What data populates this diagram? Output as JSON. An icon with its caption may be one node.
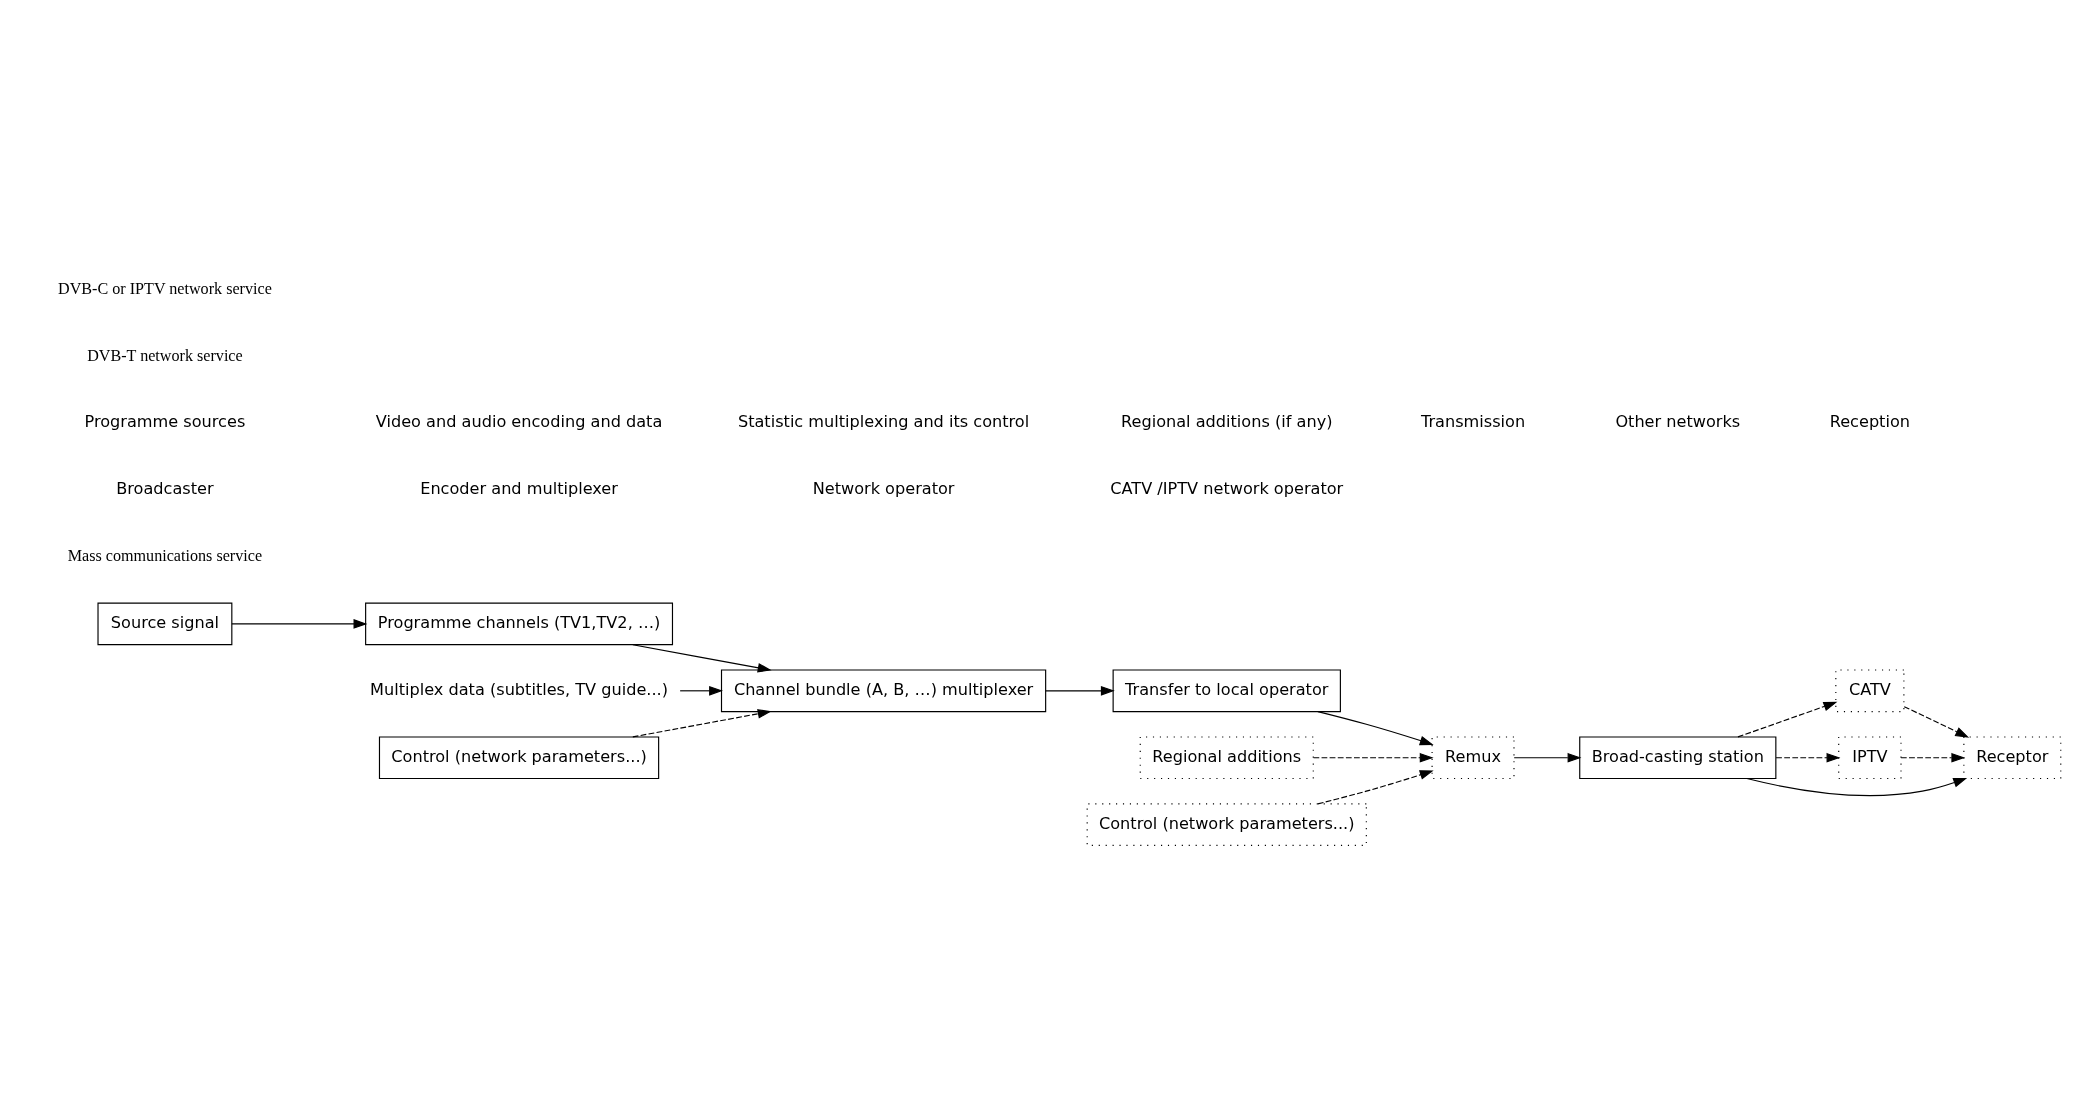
{
  "diagram": {
    "nodes": [
      {
        "text": [
          "Source signal"
        ]
      },
      {
        "text": [
          "Programme channels (TV1,TV2, …)"
        ]
      },
      {
        "text": [
          "Multiplex data (subtitles, TV guide...)"
        ]
      },
      {
        "text": [
          "Channel bundle (A, B, …) multiplexer"
        ]
      },
      {
        "text": [
          "Control (network parameters...)"
        ]
      },
      {
        "text": [
          "Transfer to local operator"
        ]
      },
      {
        "text": [
          "Remux"
        ]
      },
      {
        "text": [
          "Regional additions"
        ]
      },
      {
        "text": [
          "Control (network parameters...)"
        ]
      },
      {
        "text": [
          "Broad-casting station"
        ]
      },
      {
        "text": [
          "CATV"
        ]
      },
      {
        "text": [
          "IPTV"
        ]
      },
      {
        "text": [
          "Receptor"
        ]
      }
    ],
    "edges": [
      {
        "from": 0,
        "to": 1,
        "arrow": "to"
      },
      {
        "from": 1,
        "to": 3,
        "arrow": "to"
      },
      {
        "from": 2,
        "to": 3,
        "arrow": "to"
      },
      {
        "from": 4,
        "to": 3,
        "arrow": "to",
        "style": "dashed"
      },
      {
        "from": 3,
        "to": 5,
        "arrow": "to"
      },
      {
        "from": 5,
        "to": 6,
        "arrow": "to"
      },
      {
        "from": 7,
        "to": 6,
        "arrow": "to",
        "style": "dashed"
      },
      {
        "from": 8,
        "to": 6,
        "arrow": "to",
        "style": "dashed"
      },
      {
        "from": 6,
        "to": 9,
        "arrow": "to"
      },
      {
        "from": 9,
        "to": 12,
        "arrow": "to"
      },
      {
        "from": 9,
        "to": 10,
        "arrow": "to",
        "style": "dashed"
      },
      {
        "from": 9,
        "to": 11,
        "arrow": "to",
        "style": "dashed"
      },
      {
        "from": 10,
        "to": 12,
        "arrow": "to",
        "style": "dashed"
      },
      {
        "from": 11,
        "to": 12,
        "arrow": "to",
        "style": "dashed"
      }
    ],
    "labels": [
      "Mass communications service",
      "Broadcaster",
      "Encoder and multiplexer",
      "Network operator",
      "CATV /IPTV network operator",
      "Programme sources",
      "Video and audio encoding and data",
      "Statistic multiplexing and its control",
      "Regional additions (if any)",
      "Transmission",
      "Other networks",
      "Reception",
      "DVB-T network service",
      "DVB-C or IPTV network service"
    ]
  }
}
